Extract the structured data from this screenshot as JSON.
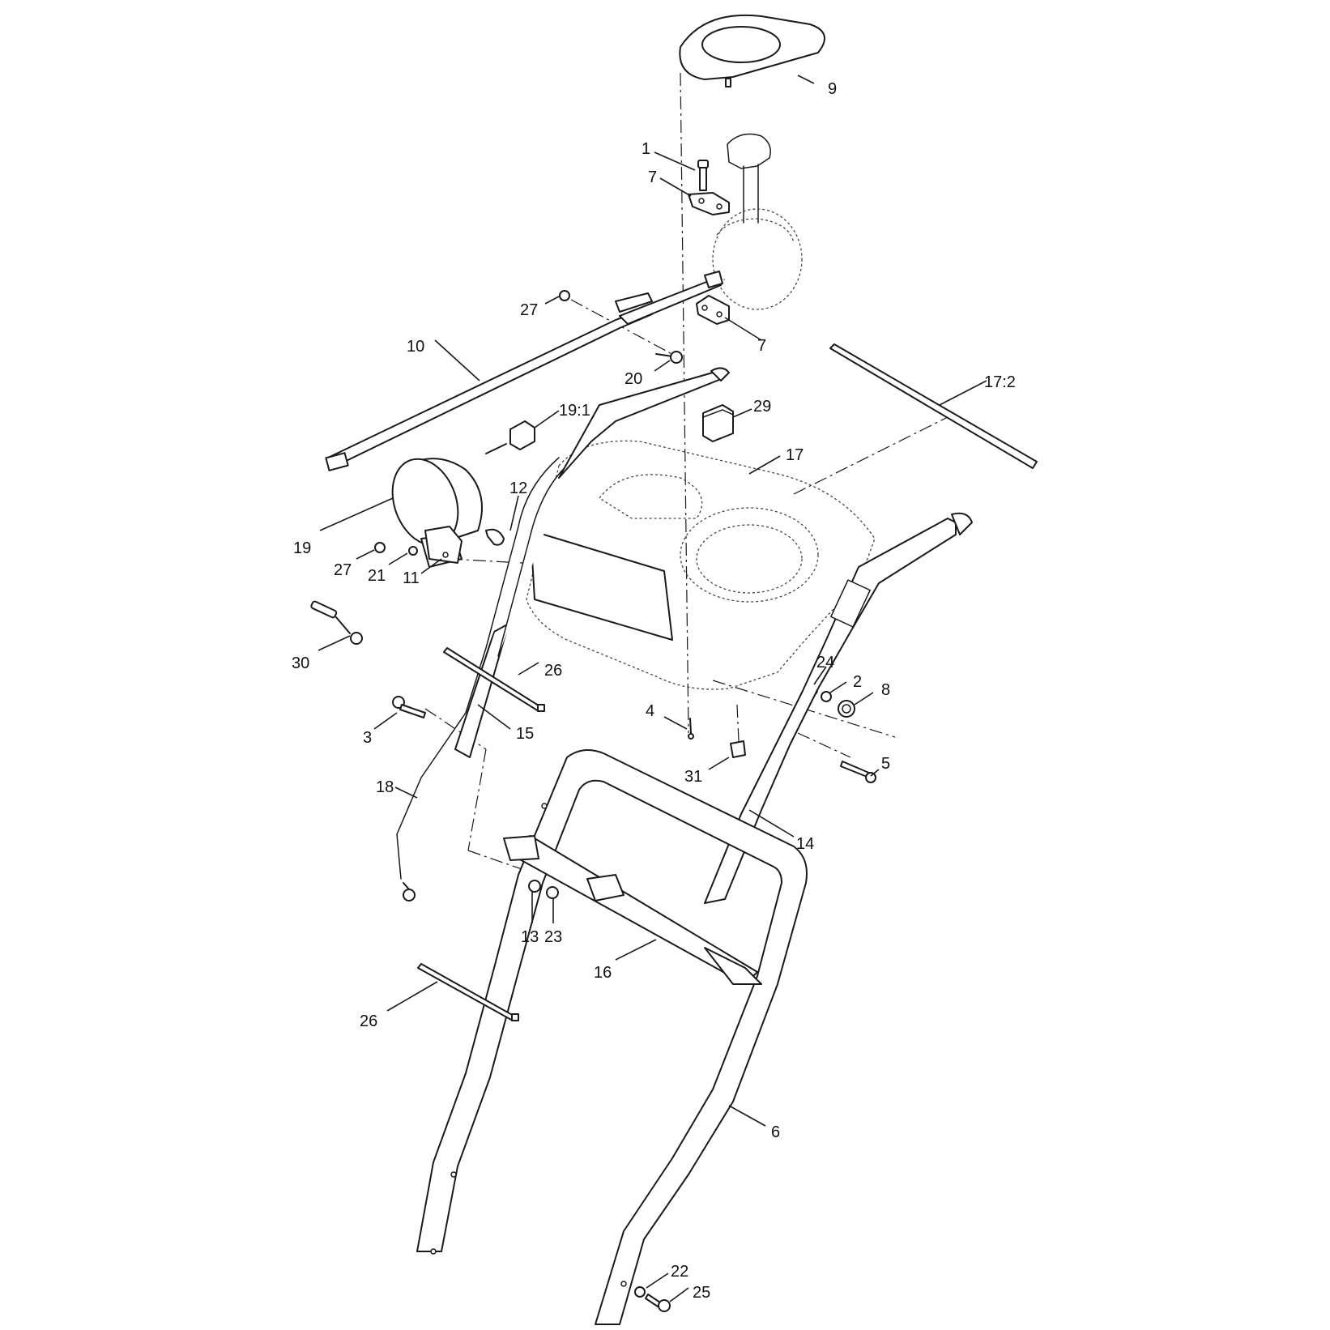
{
  "callouts": {
    "c9": "9",
    "c1": "1",
    "c7a": "7",
    "c7b": "7",
    "c27a": "27",
    "c10": "10",
    "c20": "20",
    "c17_2": "17:2",
    "c29": "29",
    "c19_1": "19:1",
    "c17": "17",
    "c12": "12",
    "c19": "19",
    "c27b": "27",
    "c21": "21",
    "c11": "11",
    "c30": "30",
    "c26a": "26",
    "c24": "24",
    "c2": "2",
    "c8": "8",
    "c3": "3",
    "c15": "15",
    "c4": "4",
    "c5": "5",
    "c31": "31",
    "c18": "18",
    "c14": "14",
    "c13": "13",
    "c23": "23",
    "c16": "16",
    "c26b": "26",
    "c6": "6",
    "c22": "22",
    "c25": "25"
  }
}
